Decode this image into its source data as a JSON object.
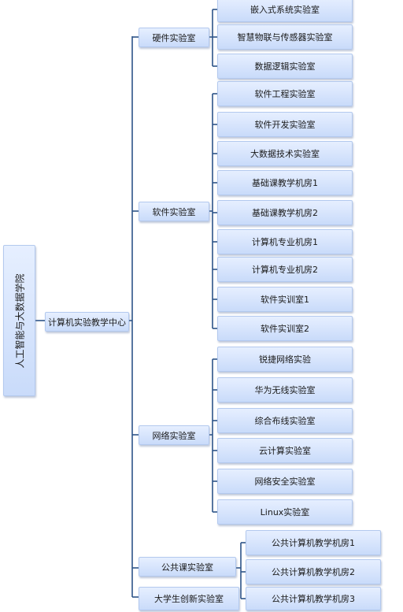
{
  "root": {
    "label": "人工智能与大数据学院"
  },
  "center": {
    "label": "计算机实验教学中心"
  },
  "categories": [
    {
      "label": "硬件实验室",
      "children": [
        "嵌入式系统实验室",
        "智慧物联与传感器实验室",
        "数据逻辑实验室"
      ]
    },
    {
      "label": "软件实验室",
      "children": [
        "软件工程实验室",
        "软件开发实验室",
        "大数据技术实验室",
        "基础课教学机房1",
        "基础课教学机房2",
        "计算机专业机房1",
        "计算机专业机房2",
        "软件实训室1",
        "软件实训室2"
      ]
    },
    {
      "label": "网络实验室",
      "children": [
        "锐捷网络实验",
        "华为无线实验室",
        "综合布线实验室",
        "云计算实验室",
        "网络安全实验室",
        "Linux实验室"
      ]
    },
    {
      "label": "公共课实验室",
      "children": [
        "公共计算机教学机房1",
        "公共计算机教学机房2",
        "公共计算机教学机房3"
      ]
    },
    {
      "label": "大学生创新实验室",
      "children": []
    }
  ]
}
